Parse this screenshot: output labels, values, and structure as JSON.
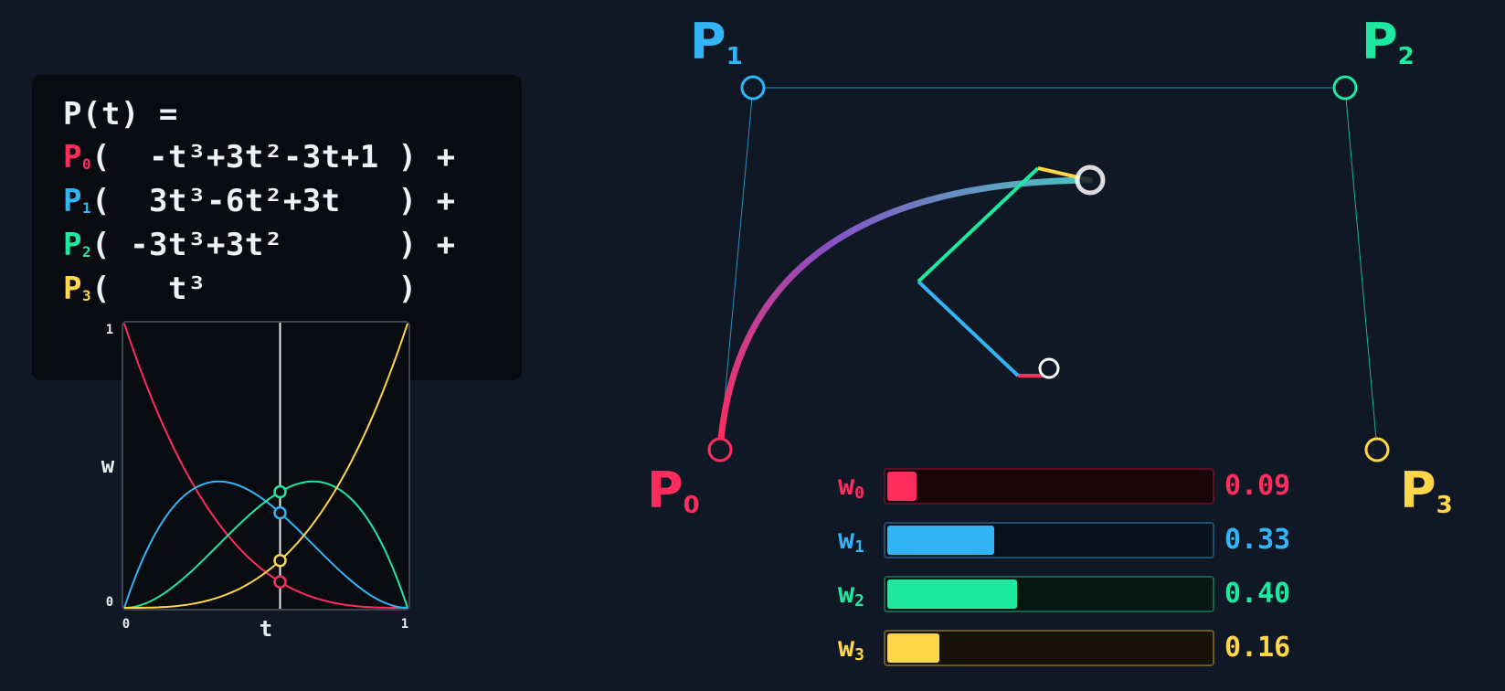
{
  "formula": {
    "title": "P(t) =",
    "lines": [
      {
        "point": "P",
        "sub": "0",
        "color": "#ff2d5e",
        "expr": "(  -t³+3t²-3t+1 ) +"
      },
      {
        "point": "P",
        "sub": "1",
        "color": "#33b5f5",
        "expr": "(  3t³-6t²+3t   ) +"
      },
      {
        "point": "P",
        "sub": "2",
        "color": "#1de9a0",
        "expr": "( -3t³+3t²      ) +"
      },
      {
        "point": "P",
        "sub": "3",
        "color": "#ffd54a",
        "expr": "(   t³          )"
      }
    ]
  },
  "chart_data": {
    "type": "line",
    "title": "",
    "xlabel": "t",
    "ylabel": "w",
    "xlim": [
      0,
      1
    ],
    "ylim": [
      0,
      1
    ],
    "x_ticks": [
      "0",
      "1"
    ],
    "y_ticks": [
      "0",
      "1"
    ],
    "cursor_t": 0.55,
    "series": [
      {
        "color": "#ff2d5e",
        "function": "(1-t)^3"
      },
      {
        "color": "#33b5f5",
        "function": "3t(1-t)^2"
      },
      {
        "color": "#1de9a0",
        "function": "3t^2(1-t)"
      },
      {
        "color": "#ffd54a",
        "function": "t^3"
      }
    ]
  },
  "control_points": [
    {
      "name": "P",
      "sub": "0",
      "color": "#ff2d5e"
    },
    {
      "name": "P",
      "sub": "1",
      "color": "#33b5f5"
    },
    {
      "name": "P",
      "sub": "2",
      "color": "#1de9a0"
    },
    {
      "name": "P",
      "sub": "3",
      "color": "#ffd54a"
    }
  ],
  "weights": [
    {
      "label": "w",
      "sub": "0",
      "value": 0.09,
      "display": "0.09",
      "color": "#ff2d5e",
      "track_bg": "#180409",
      "track_border": "#5a1026"
    },
    {
      "label": "w",
      "sub": "1",
      "value": 0.33,
      "display": "0.33",
      "color": "#33b5f5",
      "track_bg": "#07121c",
      "track_border": "#1d4e6e"
    },
    {
      "label": "w",
      "sub": "2",
      "value": 0.4,
      "display": "0.40",
      "color": "#1de9a0",
      "track_bg": "#061712",
      "track_border": "#136449"
    },
    {
      "label": "w",
      "sub": "3",
      "value": 0.16,
      "display": "0.16",
      "color": "#ffd54a",
      "track_bg": "#16120a",
      "track_border": "#6b5a22"
    }
  ]
}
